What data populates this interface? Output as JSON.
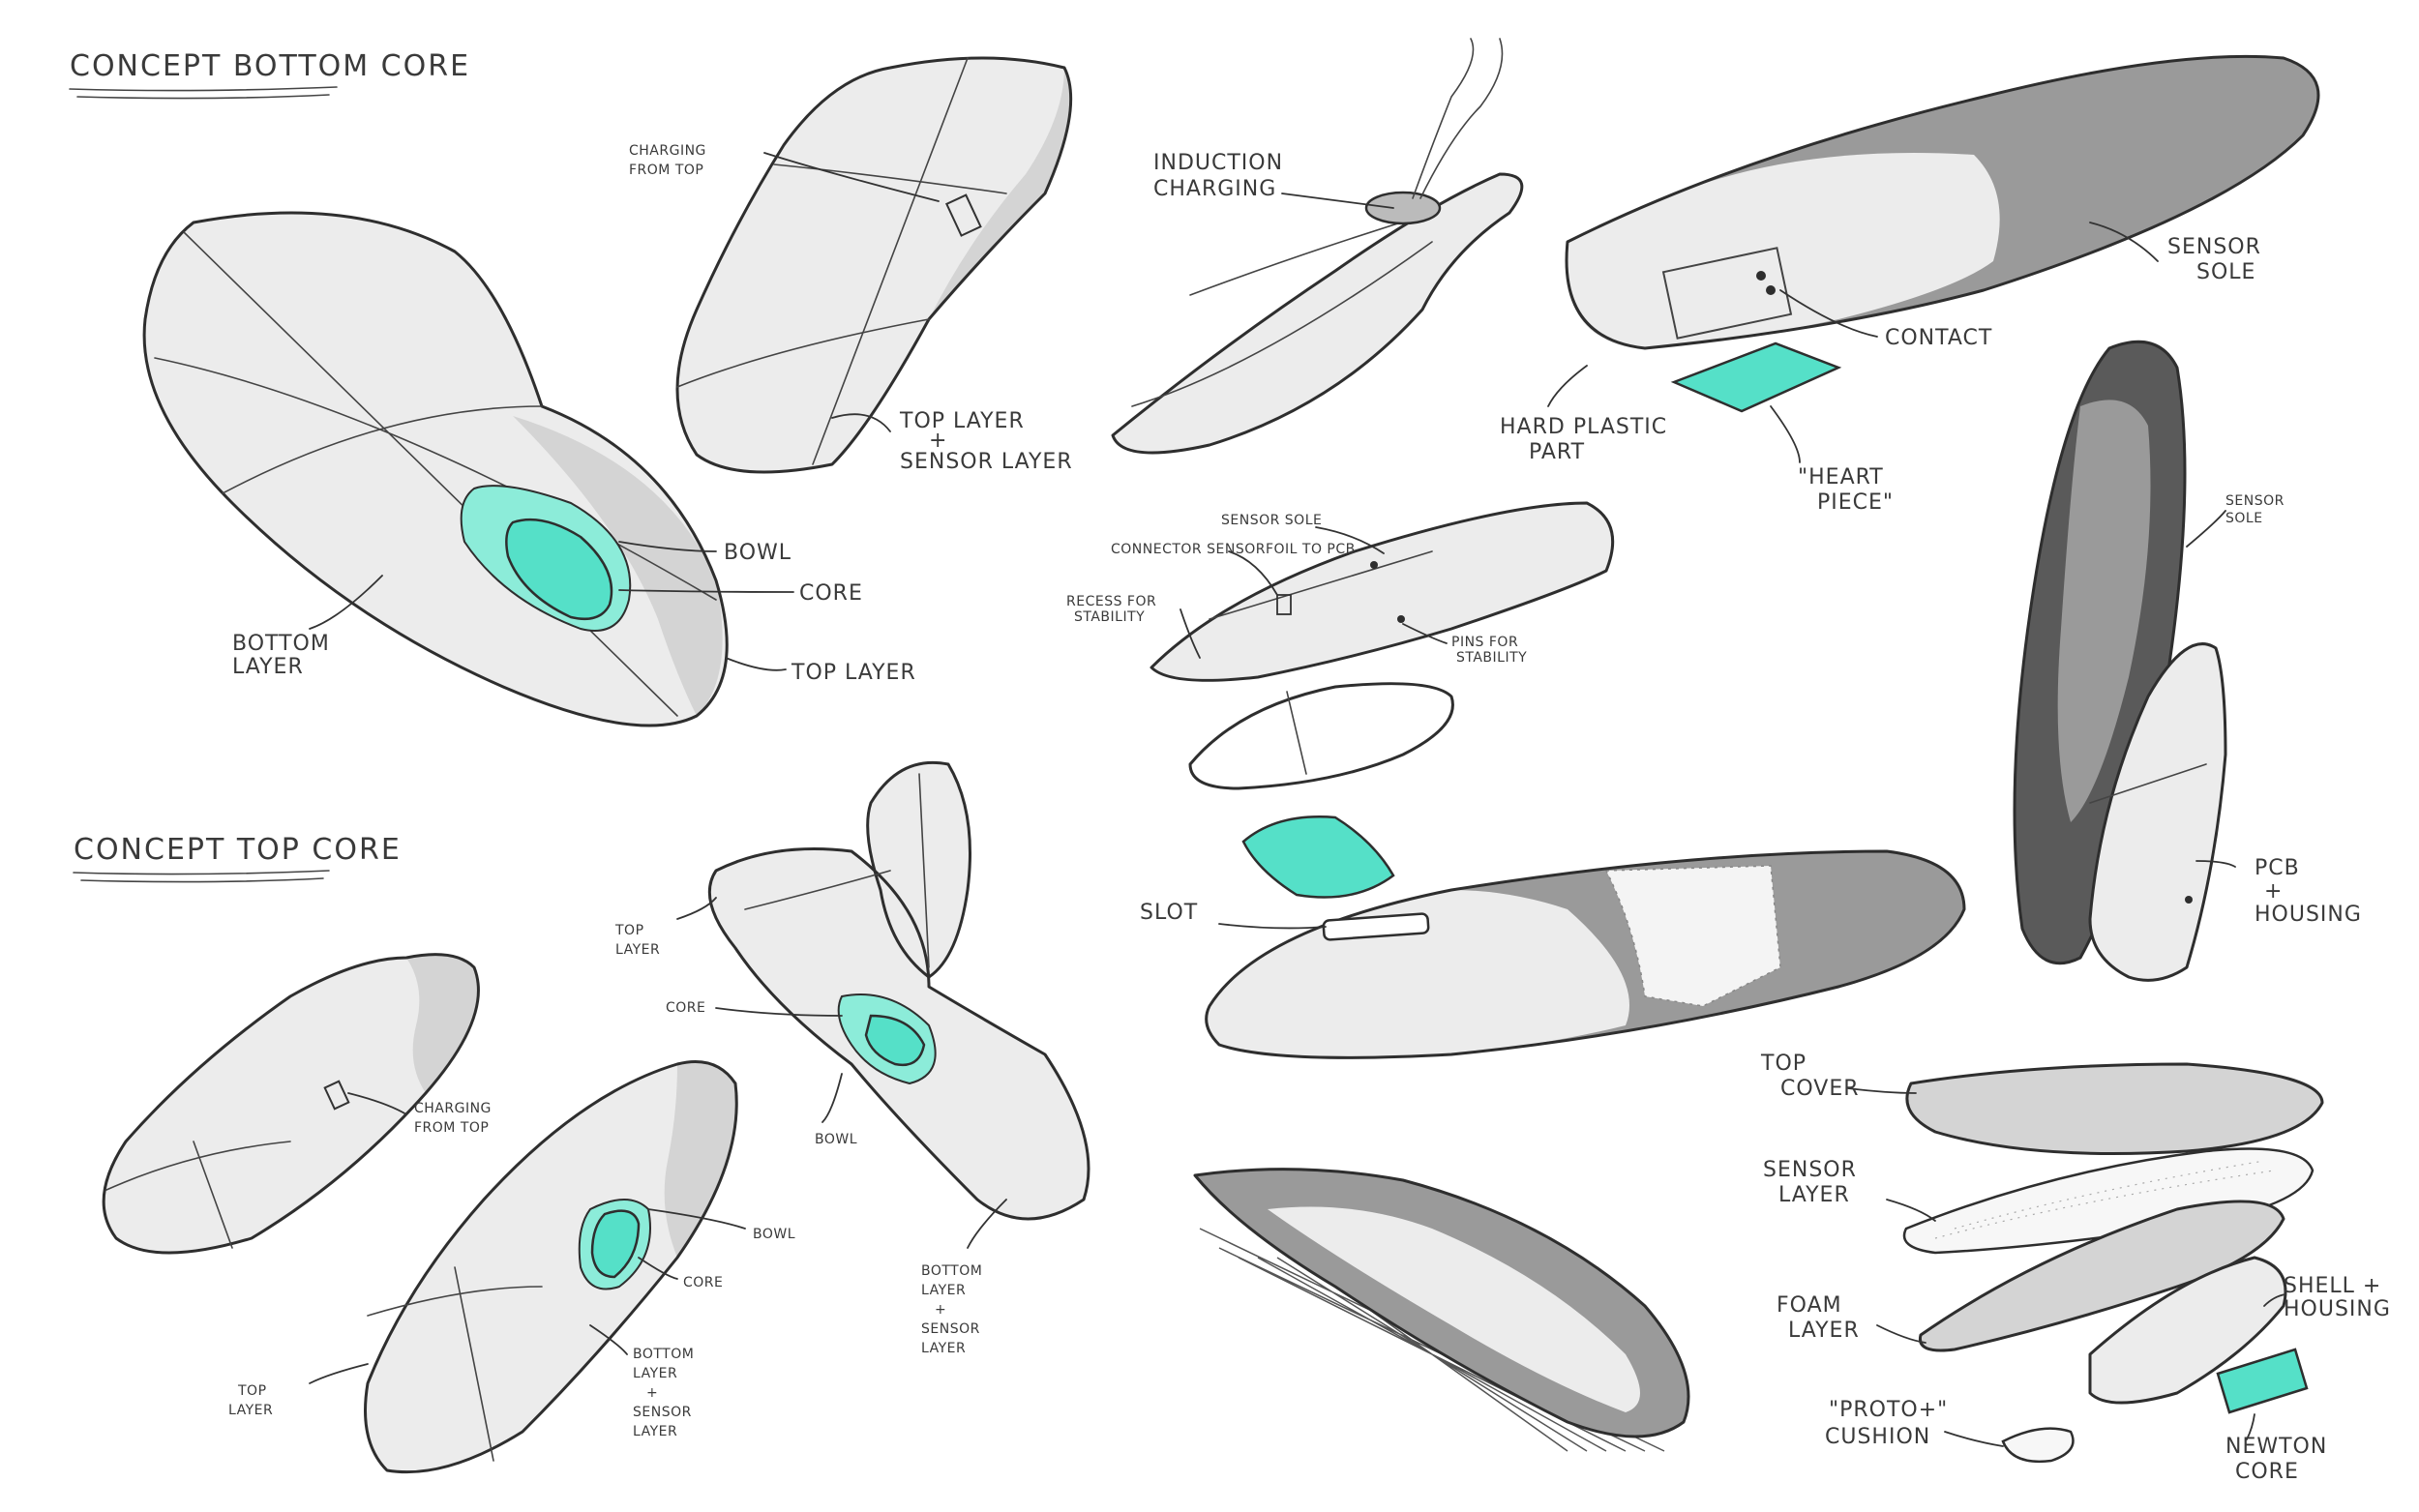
{
  "headings": {
    "bottom_core": "CONCEPT BOTTOM CORE",
    "top_core": "CONCEPT TOP CORE"
  },
  "labels": {
    "charging_from_top_1": [
      "CHARGING",
      "FROM TOP"
    ],
    "top_layer_sensor_layer": [
      "TOP LAYER",
      "+",
      "SENSOR LAYER"
    ],
    "bowl_1": "BOWL",
    "core_1": "CORE",
    "top_layer_1": "TOP LAYER",
    "bottom_layer_1": [
      "BOTTOM",
      "LAYER"
    ],
    "induction_charging": [
      "INDUCTION",
      "CHARGING"
    ],
    "sensor_sole_1": [
      "SENSOR",
      "SOLE"
    ],
    "contact": "CONTACT",
    "hard_plastic_part": [
      "HARD PLASTIC",
      "PART"
    ],
    "heart_piece": [
      "\"HEART",
      "PIECE\""
    ],
    "sensor_sole_2": "SENSOR SOLE",
    "connector": "CONNECTOR SENSORFOIL TO PCB",
    "recess_for_stability": [
      "RECESS FOR",
      "STABILITY"
    ],
    "pins_for_stability": [
      "PINS FOR",
      "STABILITY"
    ],
    "sensor_sole_3": [
      "SENSOR",
      "SOLE"
    ],
    "pcb_housing": [
      "PCB",
      "+",
      "HOUSING"
    ],
    "slot": "SLOT",
    "top_layer_2": [
      "TOP",
      "LAYER"
    ],
    "core_2": "CORE",
    "bowl_2": "BOWL",
    "bottom_sensor_layer_2": [
      "BOTTOM",
      "LAYER",
      "+",
      "SENSOR",
      "LAYER"
    ],
    "charging_from_top_2": [
      "CHARGING",
      "FROM TOP"
    ],
    "bowl_3": "BOWL",
    "core_3": "CORE",
    "bottom_sensor_layer_3": [
      "BOTTOM",
      "LAYER",
      "+",
      "SENSOR",
      "LAYER"
    ],
    "top_layer_3": [
      "TOP",
      "LAYER"
    ],
    "top_cover": [
      "TOP",
      "COVER"
    ],
    "sensor_layer": [
      "SENSOR",
      "LAYER"
    ],
    "foam_layer": [
      "FOAM",
      "LAYER"
    ],
    "shell_housing": [
      "SHELL +",
      "HOUSING"
    ],
    "proto_cushion": [
      "\"PROTO+\"",
      "CUSHION"
    ],
    "newton_core": [
      "NEWTON",
      "CORE"
    ]
  },
  "colors": {
    "accent_teal": "#55e0c8",
    "ink": "#2e2e2e",
    "marker_grey": "#9a9a9a",
    "paper": "#ffffff"
  }
}
